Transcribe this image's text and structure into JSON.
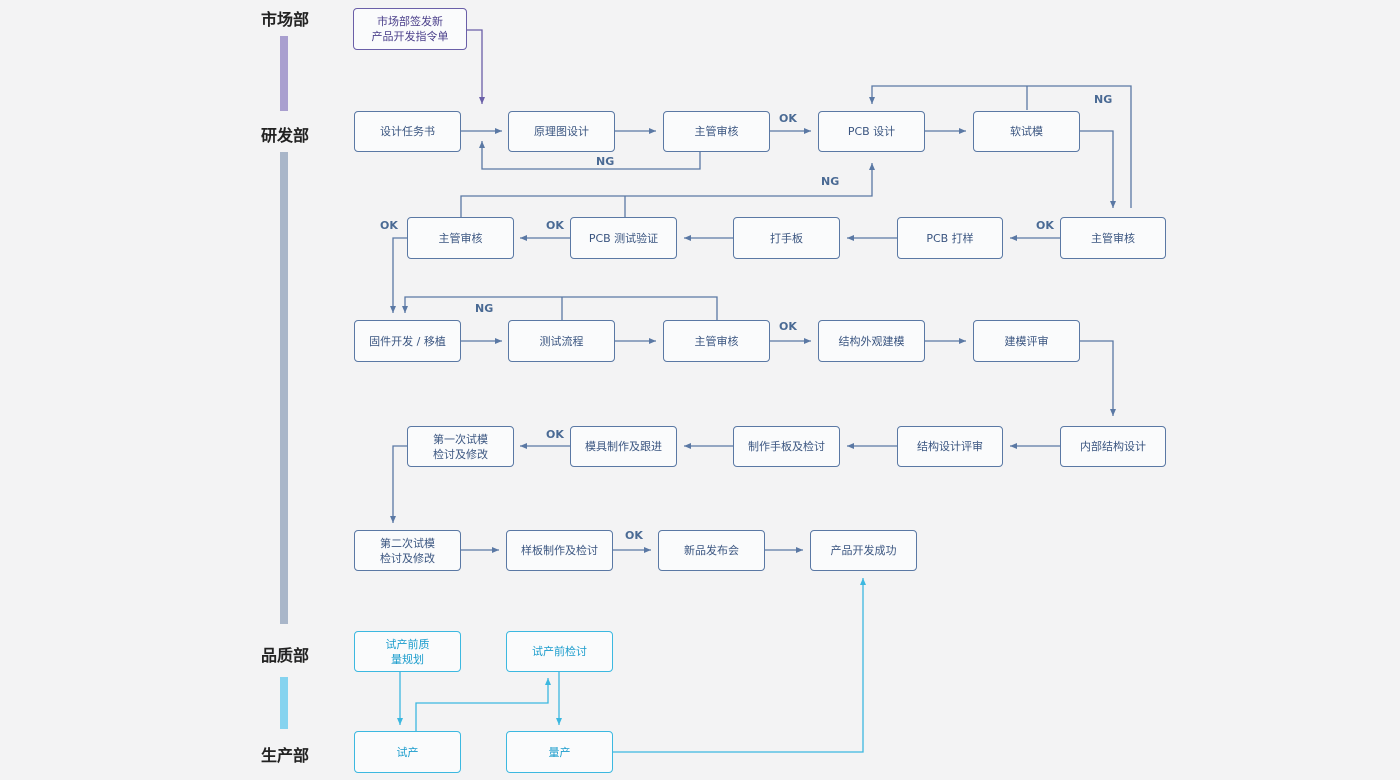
{
  "departments": {
    "market": "市场部",
    "rd": "研发部",
    "quality": "品质部",
    "production": "生产部"
  },
  "nodes": {
    "m1": "市场部签发新\n产品开发指令单",
    "r1": "设计任务书",
    "r2": "原理图设计",
    "r3": "主管审核",
    "r4": "PCB 设计",
    "r5": "软试模",
    "r6": "主管审核",
    "r7": "PCB 打样",
    "r8": "打手板",
    "r9": "PCB 测试验证",
    "r10": "主管审核",
    "r11": "固件开发 / 移植",
    "r12": "测试流程",
    "r13": "主管审核",
    "r14": "结构外观建模",
    "r15": "建模评审",
    "r16": "内部结构设计",
    "r17": "结构设计评审",
    "r18": "制作手板及检讨",
    "r19": "模具制作及跟进",
    "r20": "第一次试模\n检讨及修改",
    "r21": "第二次试模\n检讨及修改",
    "r22": "样板制作及检讨",
    "r23": "新品发布会",
    "r24": "产品开发成功",
    "q1": "试产前质\n量规划",
    "q2": "试产前检讨",
    "p1": "试产",
    "p2": "量产"
  },
  "edge_labels": {
    "ok_1": "OK",
    "ng_1": "NG",
    "ng_2": "NG",
    "ok_2": "OK",
    "ng_3": "NG",
    "ok_3": "OK",
    "ok_4": "OK",
    "ng_4": "NG",
    "ok_5": "OK",
    "ok_6": "OK",
    "ok_7": "OK"
  },
  "colors": {
    "background": "#f3f3f4",
    "rd_line": "#5a78a4",
    "market_line": "#6a5fa8",
    "quality_line": "#3cb8e0",
    "market_bar": "#a99fcf",
    "rd_bar": "#a9b6c9",
    "production_bar": "#86d3ef"
  }
}
